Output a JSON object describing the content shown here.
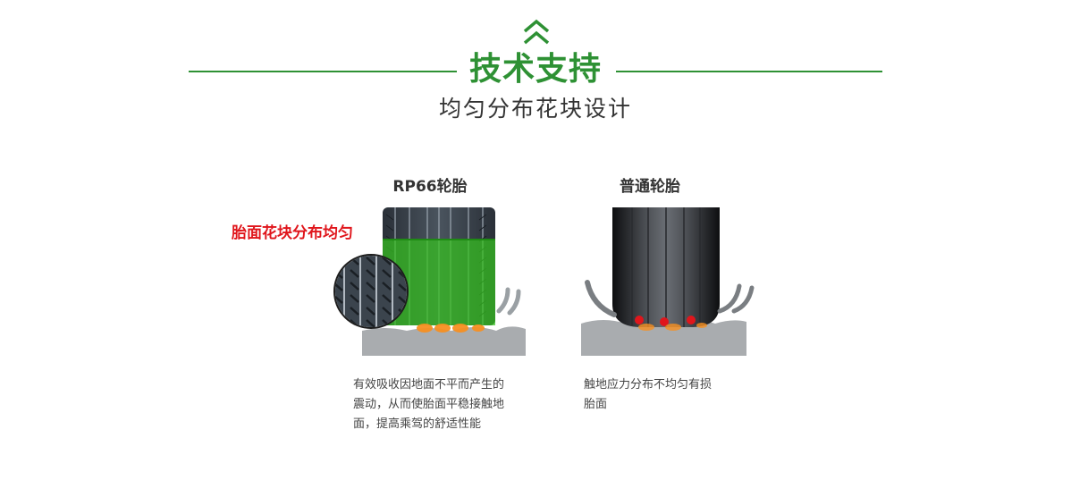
{
  "header": {
    "title": "技术支持",
    "subtitle": "均匀分布花块设计",
    "accent_color": "#2e9134"
  },
  "left_panel": {
    "tire_name": "RP66轮胎",
    "callout": "胎面花块分布均匀",
    "description_lines": [
      "有效吸收因地面不平而产生的",
      "震动，从而使胎面平稳接触地",
      "面，提高乘驾的舒适性能"
    ]
  },
  "right_panel": {
    "tire_name": "普通轮胎",
    "description_lines": [
      "触地应力分布不均匀有损",
      "胎面"
    ]
  },
  "icons": {
    "header": "double-chevron-up-icon"
  }
}
